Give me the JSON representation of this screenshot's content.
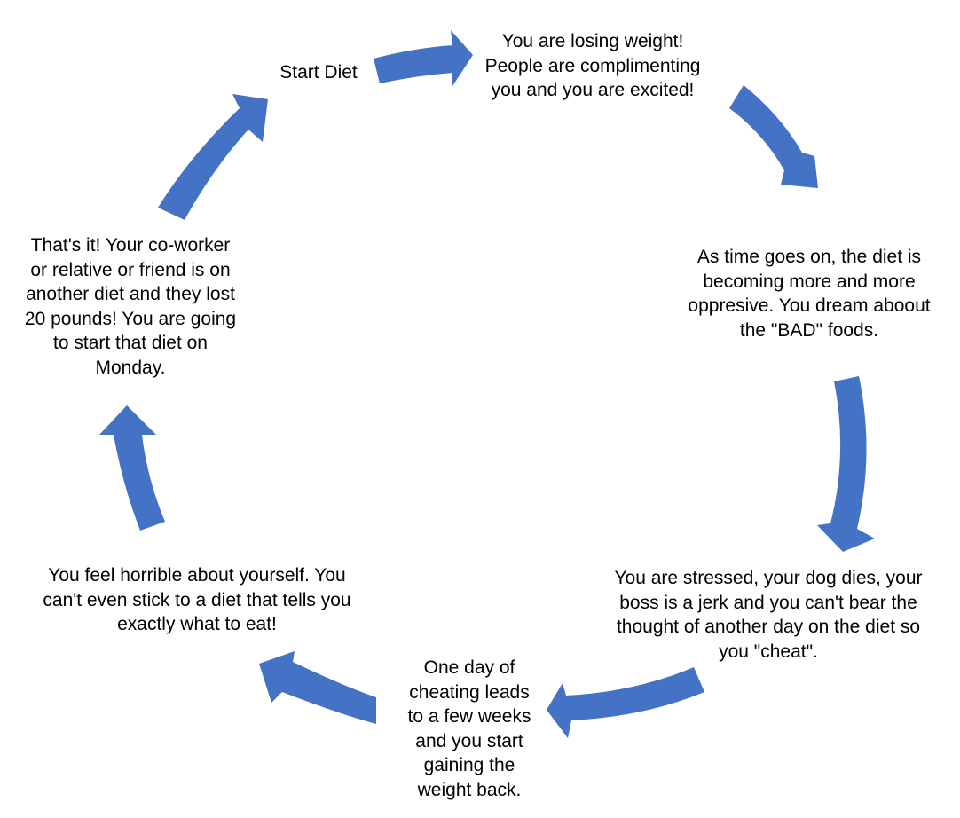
{
  "diagram": {
    "type": "cycle",
    "arrow_color": "#4472C4",
    "text_color": "#000000",
    "nodes": [
      {
        "id": "start",
        "text": "Start Diet"
      },
      {
        "id": "losing",
        "text": "You are losing weight!\nPeople are complimenting\nyou and you are excited!"
      },
      {
        "id": "time",
        "text": "As time goes on, the diet is\nbecoming more and more\noppresive. You dream aboout\nthe \"BAD\" foods."
      },
      {
        "id": "stress",
        "text": "You are stressed, your dog dies, your\nboss is a jerk and you can't bear the\nthought of another day on the diet so\nyou \"cheat\"."
      },
      {
        "id": "cheat",
        "text": "One day of\ncheating leads\nto a few weeks\nand you start\ngaining the\nweight back."
      },
      {
        "id": "feel",
        "text": "You feel horrible about yourself.  You\ncan't even stick to a diet that tells you\nexactly what to eat!"
      },
      {
        "id": "thats",
        "text": "That's it! Your co-worker\nor relative or friend is on\nanother diet and they lost\n20 pounds! You are going\nto start that diet on\nMonday."
      }
    ]
  }
}
